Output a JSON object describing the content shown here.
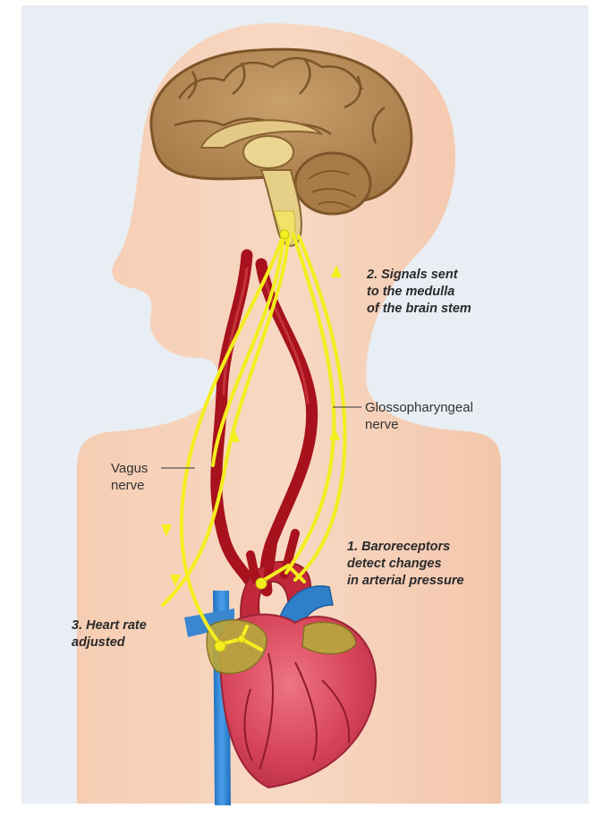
{
  "labels": {
    "step2": [
      "2. Signals sent",
      "to the medulla",
      "of the brain stem"
    ],
    "glossopharyngeal": [
      "Glossopharyngeal",
      "nerve"
    ],
    "vagus": [
      "Vagus",
      "nerve"
    ],
    "step1": [
      "1. Baroreceptors",
      "detect changes",
      "in arterial pressure"
    ],
    "step3": [
      "3. Heart rate",
      "adjusted"
    ]
  },
  "colors": {
    "background": "#e9eff4",
    "skin": "#f7d3bc",
    "brain": "#b98c56",
    "artery": "#a8141e",
    "nerve": "#f4ee1e",
    "heart": "#d9475c",
    "vein": "#2f7fc9"
  }
}
